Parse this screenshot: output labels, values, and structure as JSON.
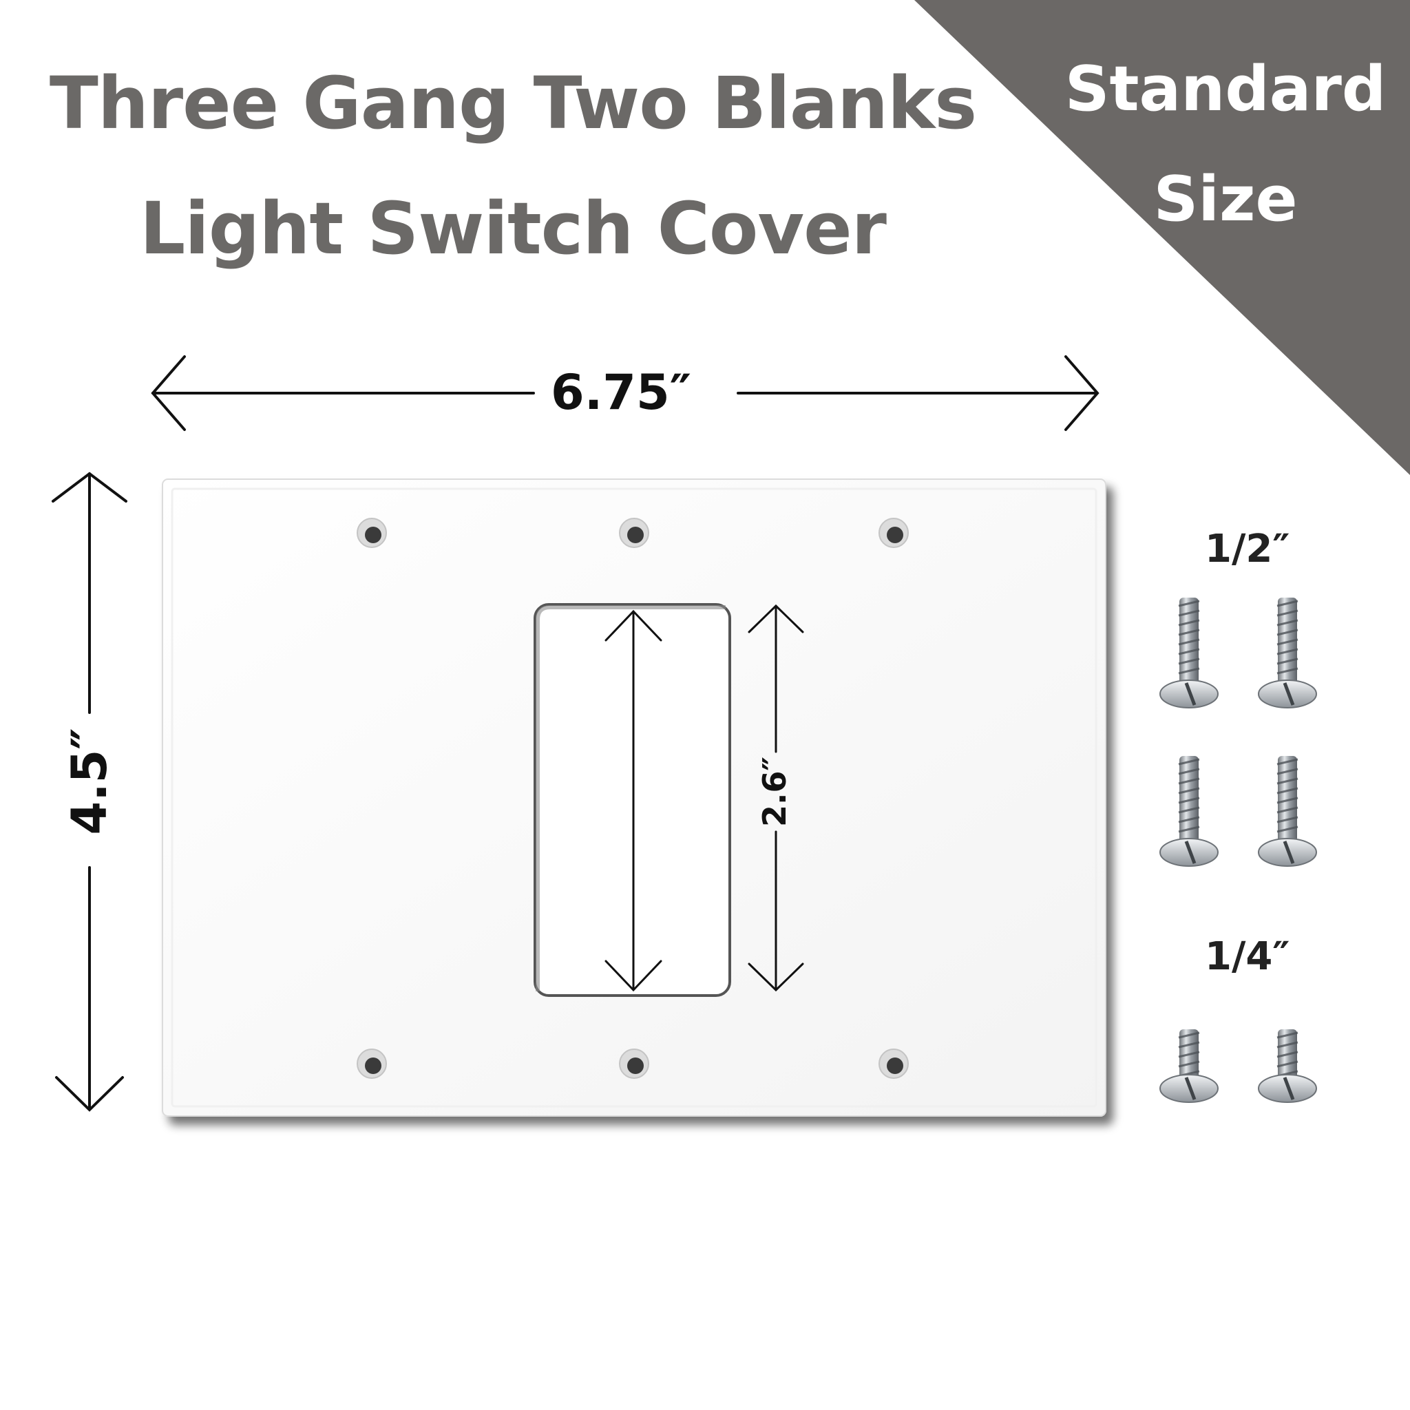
{
  "title": {
    "line1": "Three Gang Two Blanks",
    "line2": "Light Switch Cover"
  },
  "badge": {
    "line1": "Standard",
    "line2": "Size",
    "color": "#6b6866"
  },
  "dimensions": {
    "width": "6.75″",
    "height": "4.5″",
    "opening": "2.6″"
  },
  "screws": {
    "long_label": "1/2″",
    "short_label": "1/4″"
  },
  "colors": {
    "title": "#6b6967",
    "plate": "#fbfbfb",
    "dimension_lines": "#111111"
  }
}
